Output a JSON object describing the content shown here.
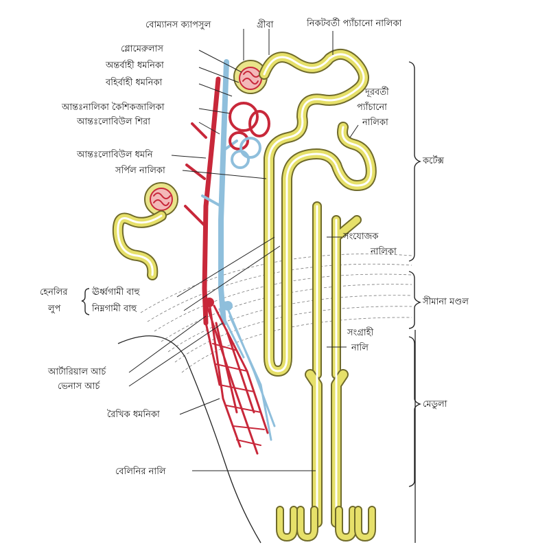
{
  "labels": {
    "bowmans_capsule": "বোম্যানস ক্যাপসুল",
    "neck": "গ্রীবা",
    "proximal_tubule": "নিকটবর্তী প্যাঁচানো নালিকা",
    "glomerulus": "গ্লোমেরুলাস",
    "afferent_arteriole": "অন্তর্বাহী ধমনিকা",
    "efferent_arteriole": "বহির্বাহী ধমনিকা",
    "peritubular_capillaries": "আন্তঃনালিকা কৈশিকজালিকা",
    "interlobular_vein": "আন্তঃলোবিউল শিরা",
    "interlobular_artery": "আন্তঃলোবিউল ধমনি",
    "spiral_tubule": "সর্পিল নালিকা",
    "distal_tubule_1": "দূরবর্তী",
    "distal_tubule_2": "প্যাঁচানো",
    "distal_tubule_3": "নালিকা",
    "cortex": "কর্টেক্স",
    "connecting_tubule_1": "সংযোজক",
    "connecting_tubule_2": "নালিকা",
    "boundary_zone": "সীমানা মণ্ডল",
    "henle_1": "হেনলির",
    "henle_2": "লুপ",
    "ascending_limb": "ঊর্ধ্বগামী বাহু",
    "descending_limb": "নিম্নগামী বাহু",
    "collecting_tubule_1": "সংগ্রাহী",
    "collecting_tubule_2": "নালি",
    "arterial_arch": "আর্টারিয়াল আর্চ",
    "venous_arch": "ভেনাস আর্চ",
    "vasa_recta": "রৈখিক ধমনিকা",
    "medulla": "মেডুলা",
    "bellini_duct": "বেলিনির নালি"
  },
  "colors": {
    "tubule": "#e6e06a",
    "tubule_wall": "#6f6a2a",
    "artery": "#c8283a",
    "vein": "#8fbfdc"
  }
}
